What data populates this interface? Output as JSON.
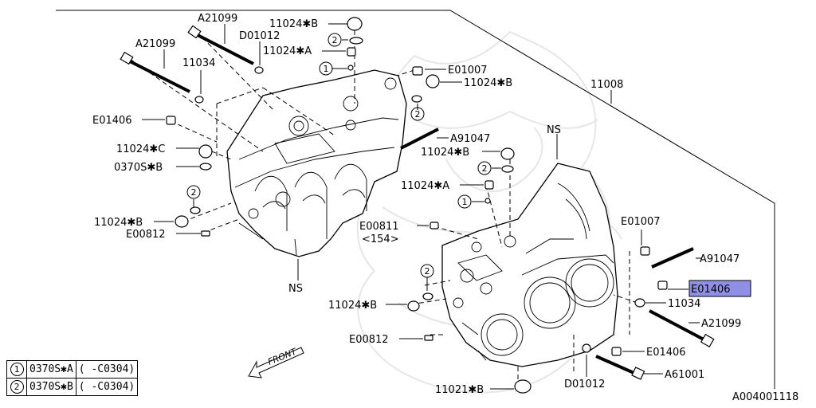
{
  "diagram_id": "A004001118",
  "orientation_label": "FRONT",
  "callouts": {
    "a21099_1": "A21099",
    "a21099_2": "A21099",
    "a21099_3": "A21099",
    "d01012_1": "D01012",
    "d01012_2": "D01012",
    "p11024b_1": "11024✱B",
    "p11024b_2": "11024✱B",
    "p11024b_3": "11024✱B",
    "p11024b_4": "11024✱B",
    "p11024b_5": "11024✱B",
    "p11024a_1": "11024✱A",
    "p11024a_2": "11024✱A",
    "p11024c": "11024✱C",
    "p11034_1": "11034",
    "p11034_2": "11034",
    "e01007_1": "E01007",
    "e01007_2": "E01007",
    "e01406_1": "E01406",
    "e01406_2": "E01406",
    "e01406_3": "E01406",
    "p11008": "11008",
    "a91047_1": "A91047",
    "a91047_2": "A91047",
    "p0370sb": "0370S✱B",
    "e00812_1": "E00812",
    "e00812_2": "E00812",
    "e00811": "E00811",
    "e00811_sub": "<154>",
    "ns_1": "NS",
    "ns_2": "NS",
    "a61001": "A61001",
    "p11021b": "11021✱B",
    "circ1_a": "1",
    "circ1_b": "1",
    "circ2_a": "2",
    "circ2_b": "2",
    "circ2_c": "2",
    "circ2_d": "2",
    "circ2_e": "2"
  },
  "legend": [
    {
      "num": "1",
      "part": "0370S✱A",
      "range": "( -C0304)"
    },
    {
      "num": "2",
      "part": "0370S✱B",
      "range": "( -C0304)"
    }
  ],
  "colors": {
    "highlight": "#8f8fe6",
    "line": "#000000",
    "watermark": "#e6e6e6"
  }
}
